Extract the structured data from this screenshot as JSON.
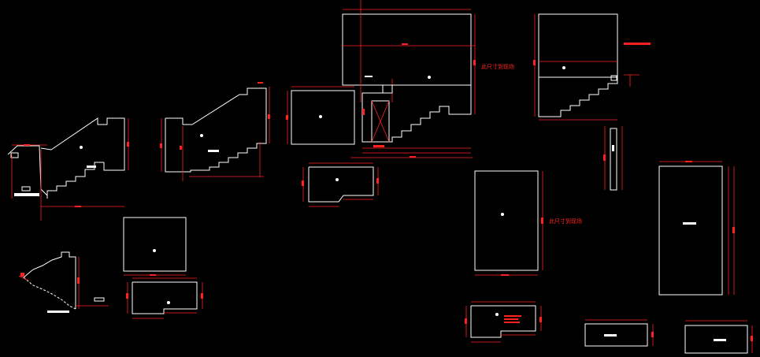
{
  "drawing": {
    "background": "#000000",
    "outline_color": "#ffffff",
    "dimension_color": "#ff2020"
  },
  "notes": {
    "dimension_note_top": "此尺寸到现场",
    "dimension_note_mid": "此尺寸到现场"
  },
  "parts": [
    "stair-section-1",
    "stair-section-2",
    "slab-plan-1",
    "cabinet-elevation",
    "stair-section-3",
    "stair-section-4",
    "slab-plan-2",
    "slab-plan-3",
    "door-panel-tall",
    "narrow-strip",
    "door-panel-large",
    "small-slab-1",
    "small-slab-2",
    "stair-section-5",
    "small-slab-3",
    "slab-plan-4"
  ]
}
